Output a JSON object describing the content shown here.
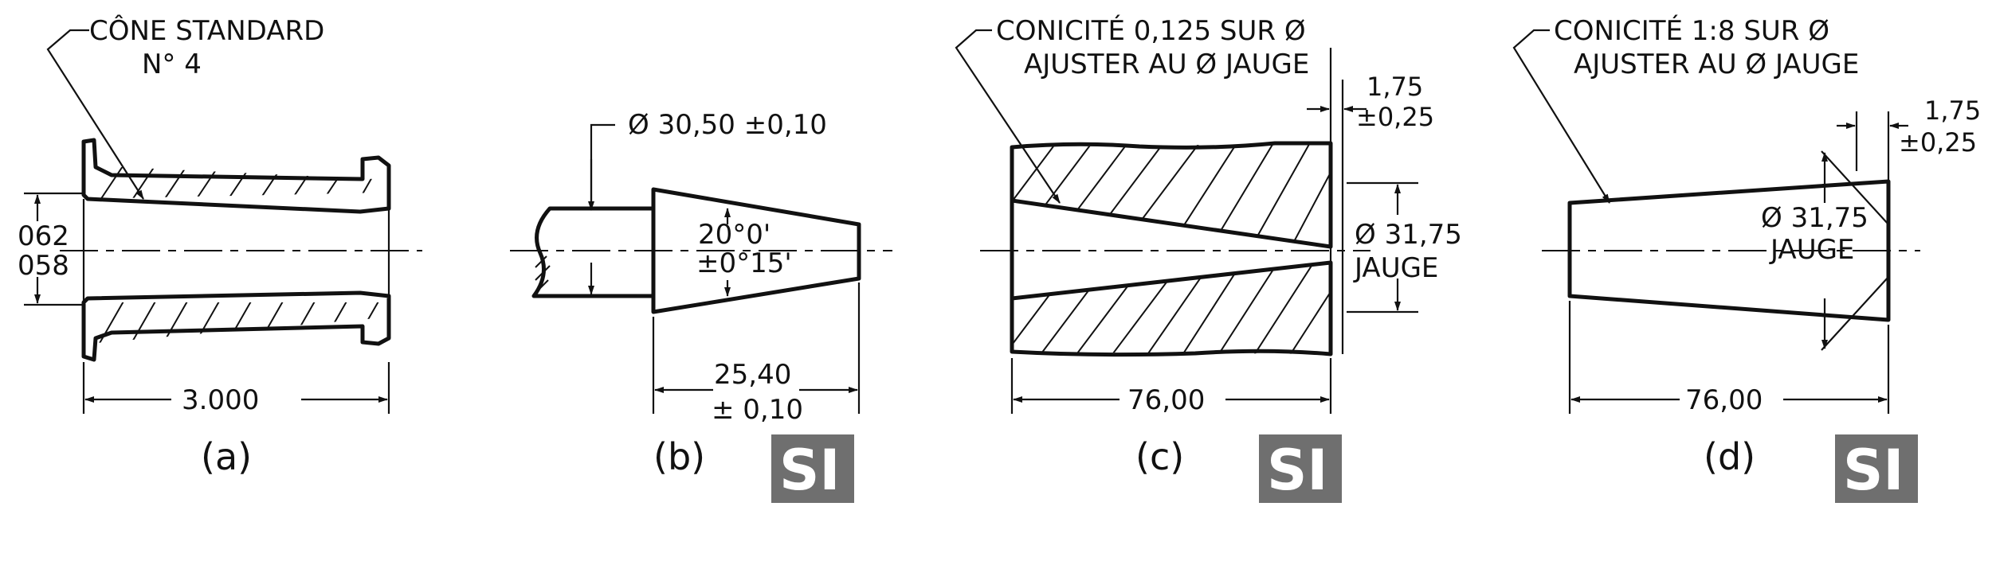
{
  "figures": {
    "a": {
      "leader_line1": "CÔNE STANDARD",
      "leader_line2": "N° 4",
      "dia_upper": "062",
      "dia_lower": "058",
      "length": "3.000",
      "caption": "(a)"
    },
    "b": {
      "diameter": "Ø 30,50 ±0,10",
      "angle_line1": "20°0'",
      "angle_line2": "±0°15'",
      "length_line1": "25,40",
      "length_line2": "± 0,10",
      "caption": "(b)",
      "badge": "SI"
    },
    "c": {
      "leader_line1": "CONICITÉ 0,125 SUR Ø",
      "leader_line2": "AJUSTER AU Ø JAUGE",
      "offset_line1": "1,75",
      "offset_line2": "±0,25",
      "gauge_line1": "Ø 31,75",
      "gauge_line2": "JAUGE",
      "length": "76,00",
      "caption": "(c)",
      "badge": "SI"
    },
    "d": {
      "leader_line1": "CONICITÉ 1:8 SUR Ø",
      "leader_line2": "AJUSTER AU Ø JAUGE",
      "offset_line1": "1,75",
      "offset_line2": "±0,25",
      "gauge_line1": "Ø 31,75",
      "gauge_line2": "JAUGE",
      "length": "76,00",
      "caption": "(d)",
      "badge": "SI"
    }
  },
  "colors": {
    "line": "#111111",
    "badge_bg": "#6f6f6f",
    "badge_text": "#ffffff"
  }
}
